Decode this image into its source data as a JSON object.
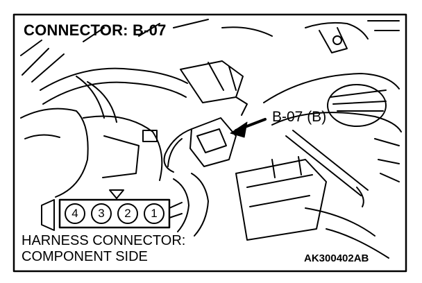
{
  "diagram": {
    "title": "CONNECTOR: B-07",
    "callout_label": "B-07 (B)",
    "harness_label_line1": "HARNESS CONNECTOR:",
    "harness_label_line2": "COMPONENT SIDE",
    "figure_code": "AK300402AB",
    "connector_pins": [
      "4",
      "3",
      "2",
      "1"
    ]
  },
  "colors": {
    "line": "#000000",
    "background": "#ffffff"
  }
}
